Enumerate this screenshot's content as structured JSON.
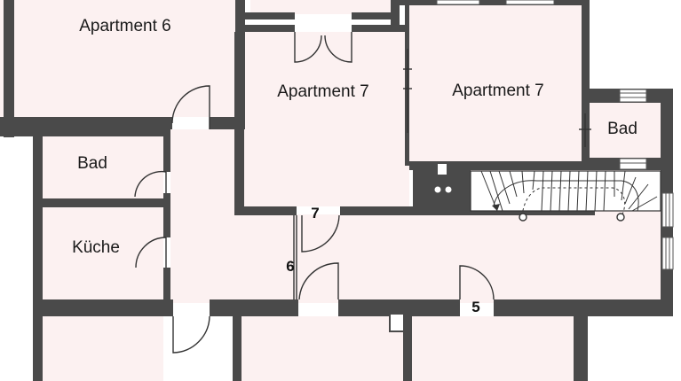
{
  "plan": {
    "rooms": [
      {
        "id": "apartment-6",
        "label": "Apartment 6"
      },
      {
        "id": "apartment-7-left",
        "label": "Apartment 7"
      },
      {
        "id": "apartment-7-right",
        "label": "Apartment 7"
      },
      {
        "id": "bad-right",
        "label": "Bad"
      },
      {
        "id": "bad-left",
        "label": "Bad"
      },
      {
        "id": "kueche",
        "label": "Küche"
      }
    ],
    "door_numbers": [
      {
        "id": "door-5",
        "label": "5"
      },
      {
        "id": "door-6",
        "label": "6"
      },
      {
        "id": "door-7",
        "label": "7"
      }
    ]
  },
  "colors": {
    "wall": "#4a4a4a",
    "floor": "#fcf1f1",
    "line": "#333333",
    "background": "#ffffff"
  }
}
